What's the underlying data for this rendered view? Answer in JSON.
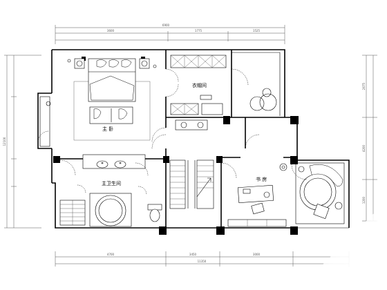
{
  "title": "",
  "rooms": {
    "master_bedroom": "主 卧",
    "cloakroom": "衣帽间",
    "master_bathroom": "主卫生间",
    "study": "书 房"
  },
  "dimensions": {
    "top_total": "6900",
    "top_segments": [
      "3600",
      "1775",
      "1525"
    ],
    "bottom_segments": [
      "4700",
      "3450",
      "3000"
    ],
    "bottom_total": "11350",
    "left_total": "12100",
    "right_segments": [
      "2675",
      "4200",
      "1200"
    ]
  }
}
